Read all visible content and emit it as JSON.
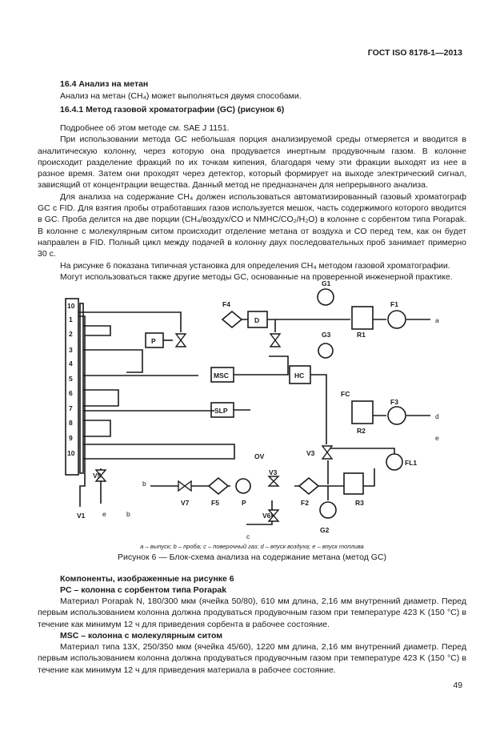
{
  "header": "ГОСТ ISO 8178-1—2013",
  "section_title": "16.4 Анализ на метан",
  "intro": "Анализ на метан (CH₄) может выполняться двумя способами.",
  "subsection_title": "16.4.1 Метод газовой хроматографии (GC) (рисунок 6)",
  "para1": "Подробнее об этом методе см. SAE J 1151.",
  "para2": "При использовании метода GC небольшая порция анализируемой среды отмеряется и вводится в аналитическую колонну, через которую она продувается инертным продувочным газом. В колонне происходит разделение фракций по их точкам кипения, благодаря чему эти фракции выходят из нее в разное время. Затем они проходят через детектор, который формирует на выходе электрический сигнал, зависящий от концентрации вещества. Данный метод не предназначен для непрерывного анализа.",
  "para3": "Для анализа на содержание CH₄ должен использоваться автоматизированный газовый хроматограф GC с FID. Для взятия пробы отработавших газов используется мешок, часть содержимого которого вводится в GC. Проба делится на две порции (CH₄/воздух/CO и NMHC/CO₂/H₂O) в колонне с сорбентом типа Porapak. В колонне с молекулярным ситом происходит отделение метана от воздуха и CO перед тем, как он будет направлен в FID. Полный цикл между подачей в колонну двух последовательных проб занимает примерно 30 с.",
  "para4": "На рисунке 6 показана типичная установка для определения CH₄ методом газовой хроматографии.",
  "para5": "Могут использоваться также другие методы GC, основанные на проверенной инженерной практике.",
  "diagram": {
    "block_labels": [
      "P",
      "MSC",
      "SLP",
      "HC",
      "D",
      "FC"
    ],
    "component_labels": [
      "F4",
      "G1",
      "F1",
      "R1",
      "G3",
      "F3",
      "R2",
      "OV",
      "V3",
      "FL1",
      "V5",
      "V7",
      "F5",
      "P",
      "V3",
      "F2",
      "R3",
      "V6",
      "G2",
      "V1"
    ],
    "port_numbers": [
      "10",
      "1",
      "2",
      "3",
      "4",
      "5",
      "6",
      "7",
      "8",
      "9",
      "10"
    ],
    "flow_letters": [
      "a",
      "d",
      "e",
      "e",
      "b",
      "b",
      "c"
    ]
  },
  "legend": "a – выпуск; b – проба; c – поверочный газ; d – впуск воздуха; e – впуск топлива",
  "figure_caption": "Рисунок 6 — Блок-схема анализа на содержание метана (метод GC)",
  "components_title": "Компоненты, изображенные на рисунке 6",
  "pc_title": "PC – колонна с сорбентом типа Porapak",
  "pc_text": "Материал Porapak N, 180/300 мкм (ячейка 50/80), 610 мм длина, 2,16 мм внутренний диаметр. Перед первым использованием колонна должна продуваться продувочным газом при температуре 423 K (150 °С) в течение как минимум 12 ч для приведения сорбента в рабочее состояние.",
  "msc_title": "MSC – колонна с молекулярным ситом",
  "msc_text": "Материал типа 13X, 250/350 мкм (ячейка 45/60), 1220 мм длина, 2,16 мм внутренний диаметр. Перед первым использованием колонна должна продуваться продувочным газом при температуре 423 K (150 °С) в течение как минимум 12 ч для приведения материала в рабочее состояние.",
  "page_number": "49"
}
